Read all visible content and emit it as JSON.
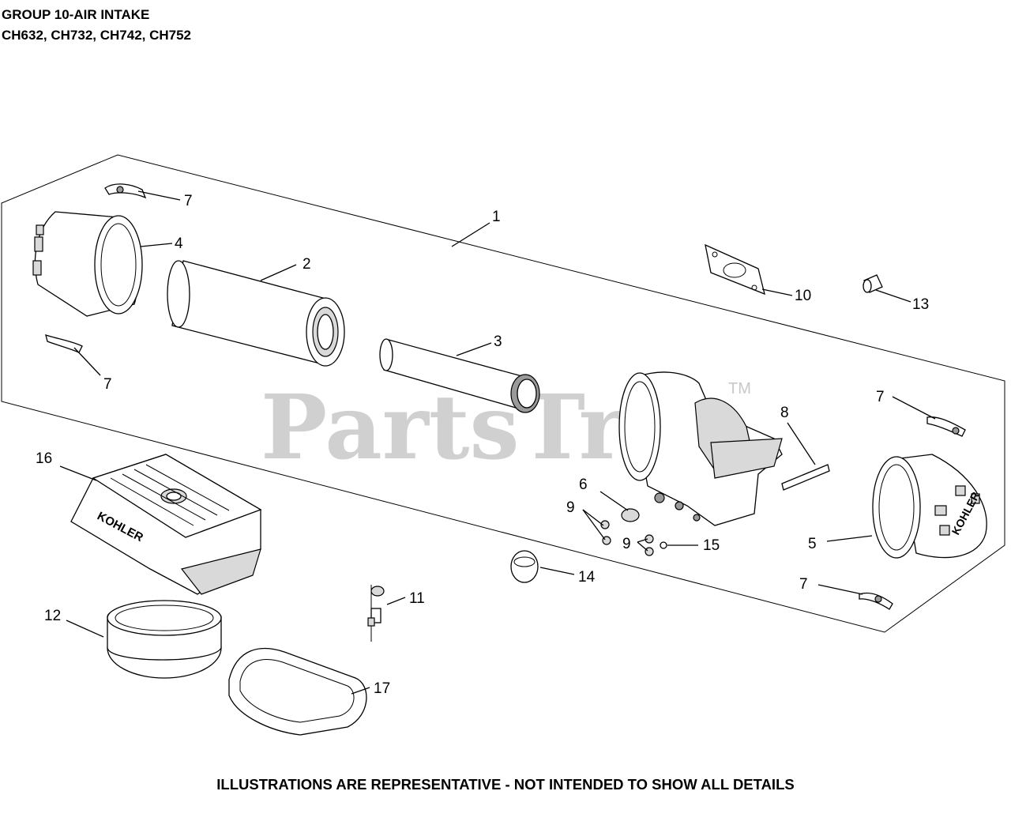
{
  "header": {
    "line1": "GROUP 10-AIR INTAKE",
    "line2": "CH632, CH732, CH742, CH752"
  },
  "footer": "ILLUSTRATIONS ARE REPRESENTATIVE - NOT INTENDED TO SHOW ALL DETAILS",
  "watermark": {
    "text": "PartsTree",
    "tm": "TM"
  },
  "brand_label": "KOHLER",
  "callouts": {
    "c1": "1",
    "c2": "2",
    "c3": "3",
    "c4": "4",
    "c5": "5",
    "c6": "6",
    "c7a": "7",
    "c7b": "7",
    "c7c": "7",
    "c7d": "7",
    "c8": "8",
    "c9a": "9",
    "c9b": "9",
    "c10": "10",
    "c11": "11",
    "c12": "12",
    "c13": "13",
    "c14": "14",
    "c15": "15",
    "c16": "16",
    "c17": "17"
  }
}
